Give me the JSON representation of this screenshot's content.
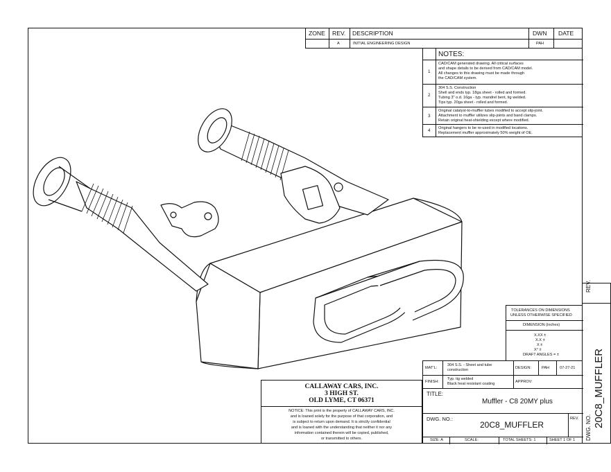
{
  "revision_block": {
    "headers": {
      "zone": "ZONE",
      "rev": "REV.",
      "description": "DESCRIPTION",
      "dwn": "DWN",
      "date": "DATE"
    },
    "rows": [
      {
        "zone": "",
        "rev": "A",
        "description": "INITIAL ENGINEERING DESIGN",
        "dwn": "PAH",
        "date": ""
      }
    ]
  },
  "notes": {
    "title": "NOTES:",
    "items": [
      {
        "num": "1",
        "lines": [
          "CAD/CAM generated drawing.  All critical surfaces",
          "and shape details to be derived from CAD/CAM model.",
          "All changes to this drawing must be made through",
          "the CAD/CAM system."
        ]
      },
      {
        "num": "2",
        "lines": [
          "304 S.S. Construction",
          "Shell and ends typ. 18ga sheet - rolled and formed.",
          "Tubing 3\" o.d. 16ga  - typ. mandrel bent, tig welded.",
          "Tips typ. 20ga sheet - rolled and formed."
        ]
      },
      {
        "num": "3",
        "lines": [
          "Original catalyst-to-muffler tubes modified to accept slip-joint.",
          "Attachment to muffler utilizes slip-joints and band clamps.",
          "Retain original heat-shielding except where modified."
        ]
      },
      {
        "num": "4",
        "lines": [
          "Original hangers to be re-used in modified locations.",
          "Replacement muffler approximately 50% weight of OE."
        ]
      }
    ]
  },
  "tolerances": {
    "title_lines": [
      "TOLERANCES ON DIMENSIONS",
      "UNLESS OTHERWISE SPECIFIED"
    ],
    "dimension": "DIMENSION (inches)",
    "lines": [
      "X.XX ±",
      "X.X  ±",
      "X  ±",
      "X°  ±",
      "DRAFT ANGLES = ±"
    ]
  },
  "side_strip": {
    "rev": "REV.",
    "drawing_name": "20C8_MUFFLER",
    "dwg_no": "DWG. NO."
  },
  "company": {
    "name": "CALLAWAY CARS, INC.",
    "street": "3 HIGH ST.",
    "city": "OLD LYME, CT  06371",
    "notice_lines": [
      "NOTICE:  This print is the property of CALLAWAY CARS, INC.",
      "and is loaned solely for the purpose of that corporation, and",
      "is subject to return upon demand.  It is strictly confidential",
      "and is loaned with the understanding that neither it nor any",
      "information contained therein will be copied, published,",
      "or transmitted to others."
    ]
  },
  "title_block": {
    "matl_label": "MAT'L:",
    "matl_lines": [
      "304 S.S. - Sheet and tube",
      "construction"
    ],
    "design_label": "DESIGN:",
    "design_value": "PAH",
    "design_date": "07-27-21",
    "finish_label": "FINISH:",
    "finish_lines": [
      "Typ. tig welded",
      "Black heat resistant coating"
    ],
    "approv_label": "APPROV:",
    "title_label": "TITLE:",
    "title_value": "Muffler - C8 20MY plus",
    "dwg_label": "DWG. NO.:",
    "dwg_value": "20C8_MUFFLER",
    "rev_label": "REV.",
    "size": "SIZE: A",
    "scale": "SCALE:",
    "total_sheets": "TOTAL SHEETS: 1",
    "sheet": "SHEET 1 OF 1"
  }
}
